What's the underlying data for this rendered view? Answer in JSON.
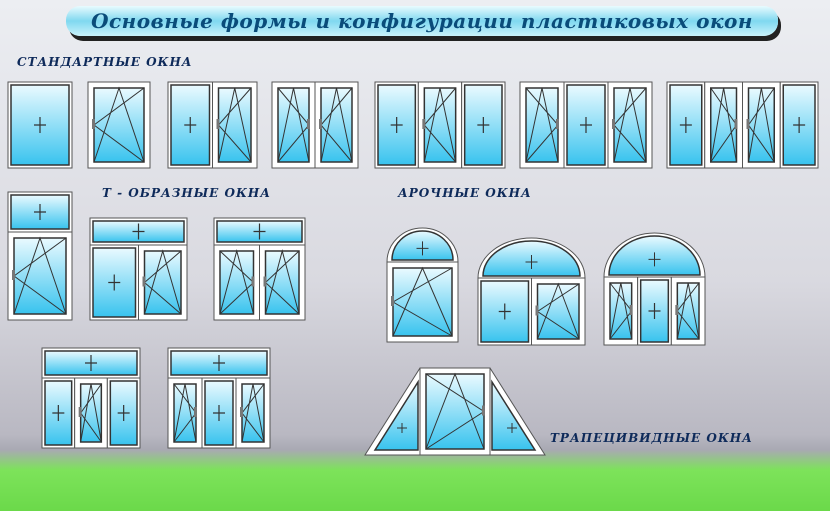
{
  "title": "Основные формы и конфигурации пластиковых окон",
  "sections": {
    "standard": "СТАНДАРТНЫЕ ОКНА",
    "t_shaped": "Т - ОБРАЗНЫЕ ОКНА",
    "arched": "АРОЧНЫЕ ОКНА",
    "trapezoid": "ТРАПЕЦИВИДНЫЕ ОКНА"
  },
  "colors": {
    "glass_top": "#eafaff",
    "glass_bottom": "#38c3ee",
    "frame": "#ffffff",
    "outline": "#333333"
  }
}
